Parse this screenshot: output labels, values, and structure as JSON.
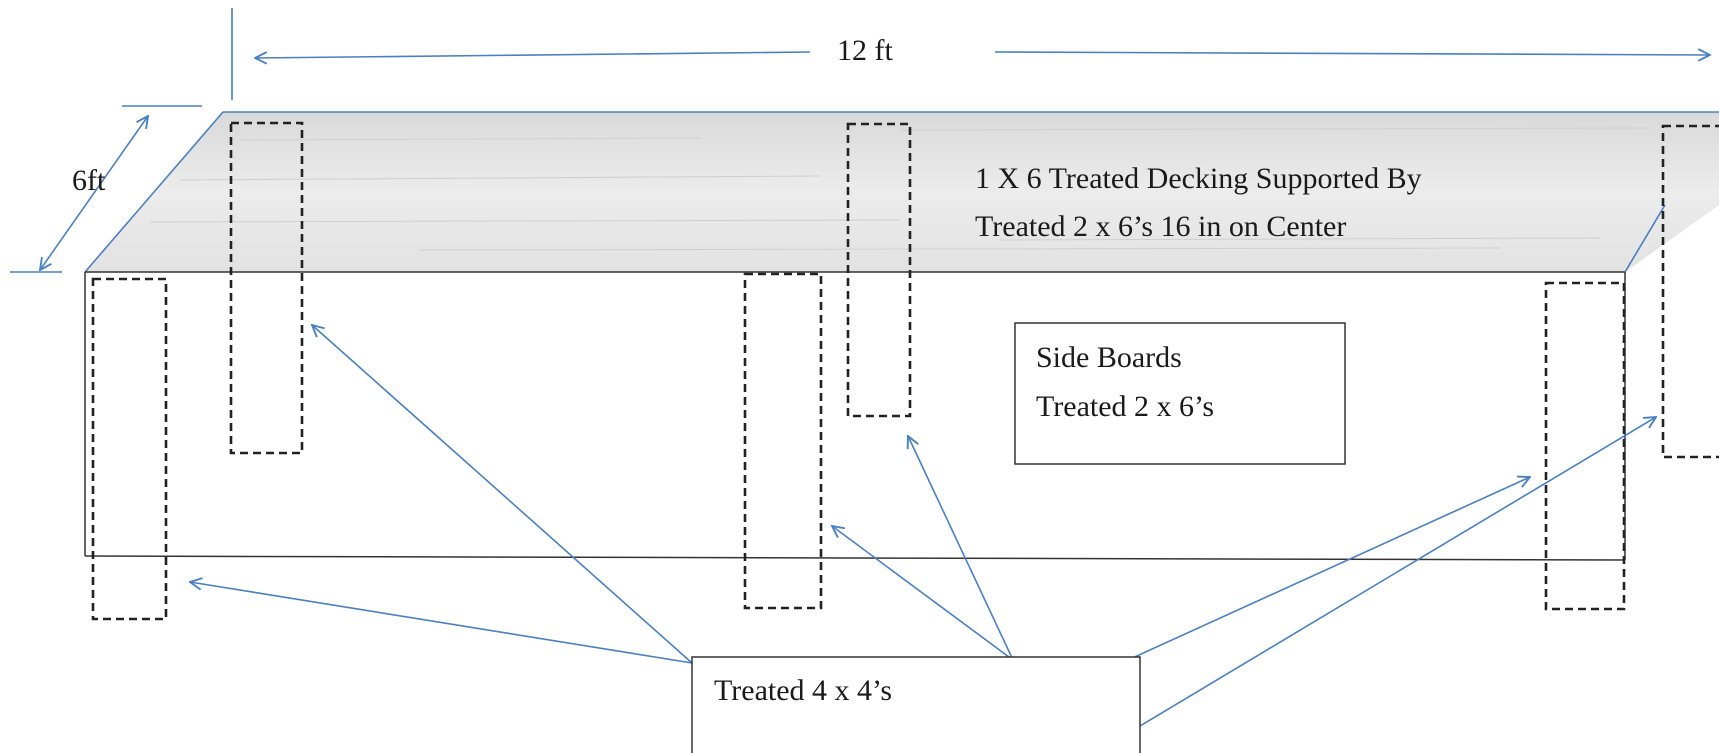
{
  "dimensions": {
    "length": "12 ft",
    "width": "6ft"
  },
  "labels": {
    "decking_line1": "1 X 6 Treated Decking Supported By",
    "decking_line2": "Treated 2 x 6’s 16 in on Center",
    "side_boards_line1": "Side Boards",
    "side_boards_line2": "Treated 2 x 6’s",
    "posts": "Treated 4 x 4’s"
  },
  "colors": {
    "dimension_lines": "#4a7fc0",
    "outline": "#333333",
    "deck_shading": "#e3e3e3"
  }
}
